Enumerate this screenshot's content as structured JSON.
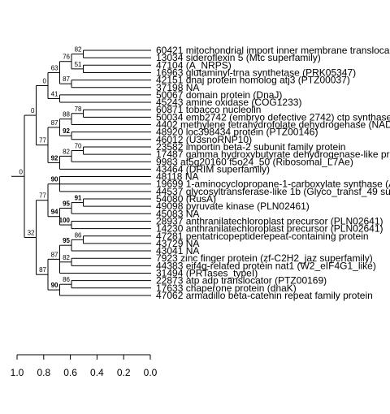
{
  "leaves": [
    "60421 mitochondrial import inner membrane transloca",
    "13034 sideroflexin 5 (Mtc superfamily)",
    "47104 (A_NRPS)",
    "16963 glutaminyl-trna synthetase (PRK05347)",
    "42151 dnaj protein homolog atj3 (PTZ00037)",
    "37198 NA",
    "50067 domain protein (DnaJ)",
    "45243 amine oxidase (COG1233)",
    "60871 tobacco nucleolin",
    "50034 emb2742 (embryo defective 2742) ctp synthase",
    "4402 methylene tetrahydrofolate dehydrogenase (NAD",
    "48920 loc398434 protein (PTZ00146)",
    "46012 (U3snoRNP10)",
    "23582 importin beta-2 subunit family protein",
    "17487 gamma hydroxybutyrate dehydrogenase-like pr",
    "9983 at5g20160 f5o24_50 (Ribosomal_L7Ae)",
    "43464 (DRIM superfamily)",
    "48118 NA",
    "19699 1-aminocyclopropane-1-carboxylate synthase (A",
    "44537 glycosyltransferase-like 1b (Glyco_transf_49 su",
    "54080 (RusA)",
    "49098 pyruvate kinase (PLN02461)",
    "45083 NA",
    "28937 anthranilatechloroplast precursor (PLN02641)",
    "14230 anthranilatechloroplast precursor (PLN02641)",
    "47281 pentatricopeptiderepeat-containing protein",
    "43729 NA",
    "43041 NA",
    "7923 zinc finger protein (zf-C2H2_jaz superfamily)",
    "44383 eif4g-related protein nat1 (W2_eIF4G1_like)",
    "31494 (PRTases_typeI)",
    "22873 atp adp translocator (PTZ00169)",
    "17633 chaperone protein (dnaK)",
    "47062 armadillo beta-catenin repeat family protein"
  ],
  "axis": {
    "ticks": [
      "1.0",
      "0.8",
      "0.6",
      "0.4",
      "0.2",
      "0.0"
    ],
    "range": [
      1.0,
      0.0
    ]
  },
  "tree": {
    "s": "0",
    "c": [
      {
        "s": "0",
        "c": [
          {
            "s": "0",
            "c": [
              {
                "s": "63",
                "c": [
                  {
                    "s": "76",
                    "c": [
                      {
                        "s": "82",
                        "c": [
                          {
                            "l": 0
                          },
                          {
                            "l": 1
                          }
                        ]
                      },
                      {
                        "s": "51",
                        "c": [
                          {
                            "l": 2
                          },
                          {
                            "l": 3
                          }
                        ]
                      }
                    ]
                  },
                  {
                    "s": "87",
                    "c": [
                      {
                        "l": 4
                      },
                      {
                        "l": 5
                      }
                    ]
                  }
                ]
              },
              {
                "s": "41",
                "c": [
                  {
                    "l": 6
                  },
                  {
                    "l": 7
                  }
                ]
              }
            ]
          },
          {
            "s": "77",
            "c": [
              {
                "s": "87",
                "c": [
                  {
                    "s": "88",
                    "c": [
                      {
                        "s": "78",
                        "c": [
                          {
                            "l": 8
                          },
                          {
                            "l": 9
                          }
                        ]
                      },
                      {
                        "l": 10
                      }
                    ]
                  },
                  {
                    "s": "92",
                    "b": true,
                    "c": [
                      {
                        "l": 11
                      },
                      {
                        "l": 12
                      }
                    ]
                  }
                ]
              },
              {
                "s": "92",
                "b": true,
                "c": [
                  {
                    "s": "82",
                    "c": [
                      {
                        "s": "70",
                        "c": [
                          {
                            "l": 13
                          },
                          {
                            "l": 14
                          }
                        ]
                      },
                      {
                        "l": 15
                      }
                    ]
                  },
                  {
                    "l": 16
                  }
                ]
              }
            ]
          }
        ]
      },
      {
        "s": "32",
        "c": [
          {
            "s": "77",
            "c": [
              {
                "s": "90",
                "b": true,
                "c": [
                  {
                    "l": 17
                  },
                  {
                    "l": 18
                  },
                  {
                    "l": 19
                  }
                ]
              },
              {
                "s": "94",
                "b": true,
                "c": [
                  {
                    "s": "95",
                    "b": true,
                    "c": [
                      {
                        "s": "91",
                        "b": true,
                        "c": [
                          {
                            "l": 20
                          },
                          {
                            "l": 21
                          }
                        ]
                      },
                      {
                        "l": 22
                      }
                    ]
                  },
                  {
                    "s": "100",
                    "b": true,
                    "c": [
                      {
                        "l": 23
                      },
                      {
                        "l": 24
                      }
                    ]
                  }
                ]
              }
            ]
          },
          {
            "s": "87",
            "c": [
              {
                "s": "87",
                "c": [
                  {
                    "s": "95",
                    "b": true,
                    "c": [
                      {
                        "s": "86",
                        "c": [
                          {
                            "l": 25
                          },
                          {
                            "l": 26
                          }
                        ]
                      },
                      {
                        "l": 27
                      }
                    ]
                  },
                  {
                    "s": "82",
                    "c": [
                      {
                        "l": 28
                      },
                      {
                        "l": 29
                      }
                    ]
                  },
                  {
                    "l": 30
                  }
                ]
              },
              {
                "s": "90",
                "b": true,
                "c": [
                  {
                    "s": "86",
                    "c": [
                      {
                        "l": 31
                      },
                      {
                        "l": 32
                      }
                    ]
                  },
                  {
                    "l": 33
                  }
                ]
              }
            ]
          }
        ]
      }
    ]
  }
}
